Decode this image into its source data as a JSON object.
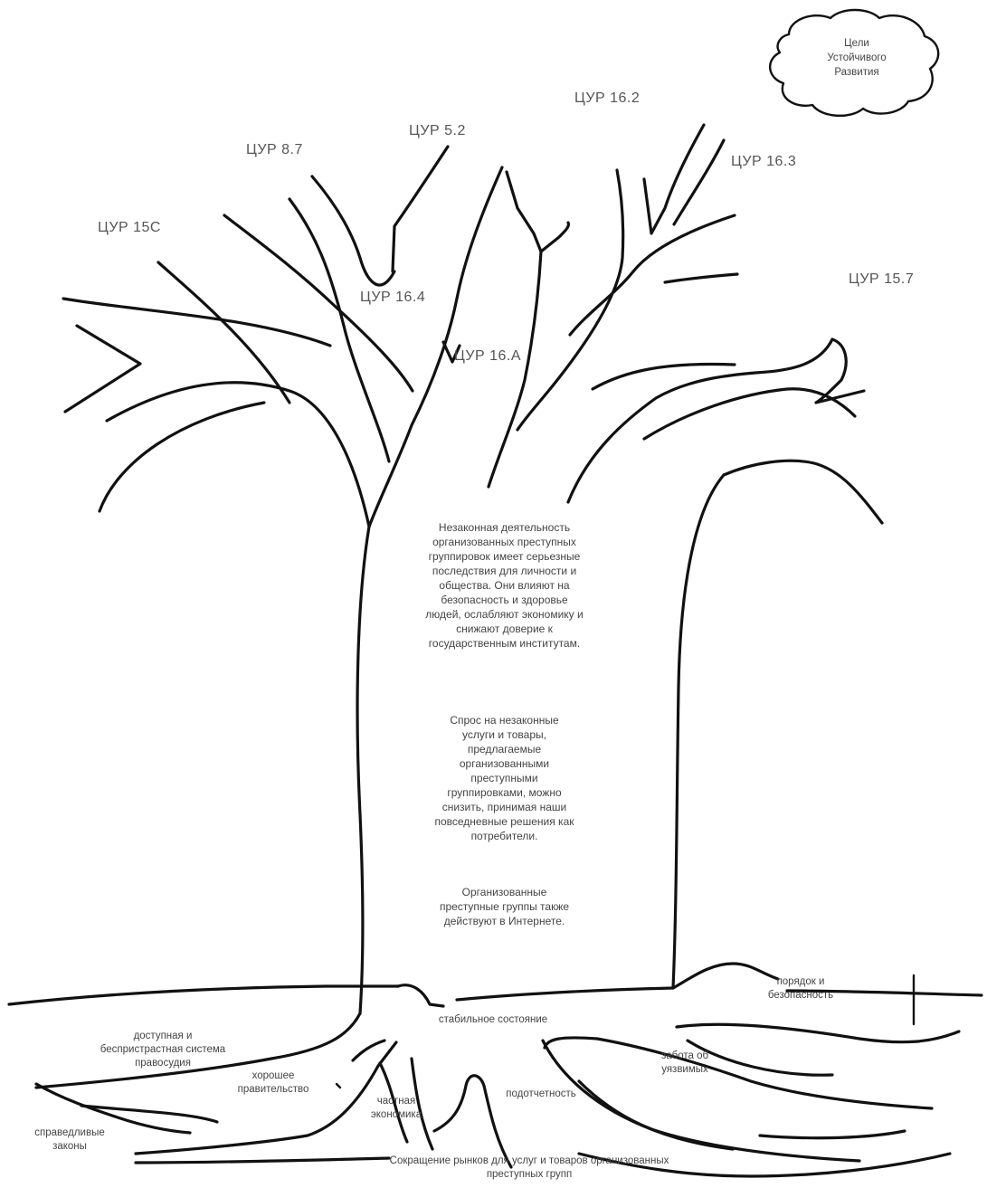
{
  "cloud": {
    "text": "Цели\nУстойчивого\nРазвития"
  },
  "sdg_labels": {
    "sdg_15c": "ЦУР 15С",
    "sdg_8_7": "ЦУР 8.7",
    "sdg_5_2": "ЦУР 5.2",
    "sdg_16_2": "ЦУР 16.2",
    "sdg_16_3": "ЦУР 16.3",
    "sdg_15_7": "ЦУР 15.7",
    "sdg_16_4": "ЦУР 16.4",
    "sdg_16a": "ЦУР 16.А"
  },
  "trunk": {
    "paragraph_1": "Незаконная деятельность\nорганизованных преступных\nгруппировок имеет серьезные\nпоследствия для личности и\nобщества. Они влияют на\nбезопасность и здоровье\nлюдей, ослабляют экономику и\nснижают доверие к\nгосударственным институтам.",
    "paragraph_2": "Спрос на незаконные\nуслуги и товары,\nпредлагаемые\nорганизованными\nпреступными\nгруппировками, можно\nснизить, принимая наши\nповседневные решения как\nпотребители.",
    "paragraph_3": "Организованные\nпреступные группы также\nдействуют в Интернете."
  },
  "roots": {
    "justice_system": "доступная и\nбеспристрастная система\nправосудия",
    "stable_state": "стабильное состояние",
    "order_security": "порядок и\nбезопасность",
    "care_vulnerable": "забота об\nуязвимых",
    "good_government": "хорошее\nправительство",
    "private_economy": "частная\nэкономика",
    "accountability": "подотчетность",
    "fair_laws": "справедливые\nзаконы",
    "market_reduction": "Сокращение рынков для услуг и товаров организованных\nпреступных групп"
  }
}
